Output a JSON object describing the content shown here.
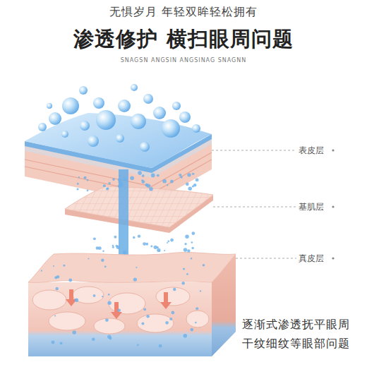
{
  "diagram": {
    "title": "渗透修护 横扫眼周问题",
    "caption": "逐渐式渗透抚平眼周 干纹细纹等眼部问题",
    "labels": [
      "无惧岁月 年轻双眸轻松拥有",
      "SNAGSN ANGSIN ANGSINAG SNAGNN",
      "表皮层",
      "基肌层",
      "真皮层"
    ]
  }
}
